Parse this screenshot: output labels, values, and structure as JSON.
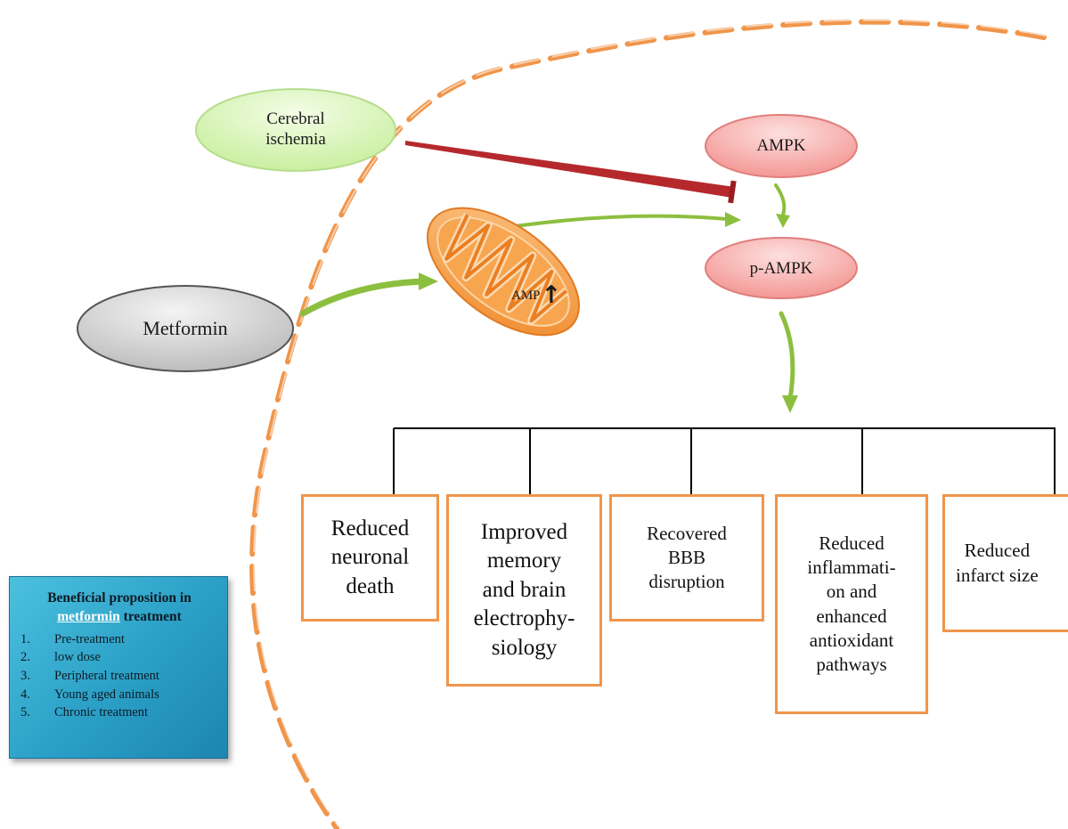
{
  "nodes": {
    "cerebral_ischemia": "Cerebral\nischemia",
    "metformin": "Metformin",
    "ampk": "AMPK",
    "p_ampk": "p-AMPK",
    "amp_label": "AMP",
    "amp_arrow": "↑"
  },
  "outcomes": [
    "Reduced\nneuronal\ndeath",
    "Improved\nmemory\nand brain\nelectrophy-\nsiology",
    "Recovered\nBBB\ndisruption",
    "Reduced\ninflammati-\non and\nenhanced\nantioxidant\npathways",
    "Reduced\ninfarct size"
  ],
  "info_box": {
    "title_line1": "Beneficial proposition in",
    "title_highlight": "metformin",
    "title_tail": "treatment",
    "items": [
      {
        "n": "1.",
        "text": "Pre-treatment"
      },
      {
        "n": "2.",
        "text": "low dose"
      },
      {
        "n": "3.",
        "text": "Peripheral treatment"
      },
      {
        "n": "4.",
        "text": "Young aged animals"
      },
      {
        "n": "5.",
        "text": "Chronic treatment"
      }
    ]
  },
  "colors": {
    "dashed_boundary": "#f0954a",
    "activation_arrow": "#8cbf3f",
    "inhibition_arrow": "#b5292c",
    "ampk_fill": "#f6a9a7",
    "ischemia_fill": "#d9f5b8",
    "metformin_fill": "#cfcfcf",
    "info_box": "#2a9fc6",
    "outcome_border": "#f0954a"
  }
}
